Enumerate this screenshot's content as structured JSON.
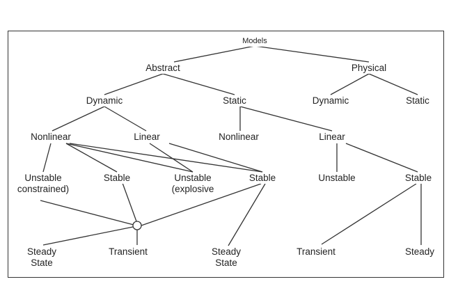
{
  "nodes": {
    "models": "Models",
    "abstract": "Abstract",
    "physical": "Physical",
    "dynamic_abstract": "Dynamic",
    "static_abstract": "Static",
    "dynamic_physical": "Dynamic",
    "static_physical": "Static",
    "nonlinear_dynamic": "Nonlinear",
    "linear_dynamic": "Linear",
    "nonlinear_static": "Nonlinear",
    "linear_static": "Linear",
    "unstable_constrained": "Unstable\nconstrained)",
    "stable_nonlinear": "Stable",
    "unstable_explosive": "Unstable\n(explosive",
    "stable_linear_dynamic": "Stable",
    "unstable_linear_static": "Unstable",
    "stable_linear_static": "Stable",
    "steady_state_left": "Steady\nState",
    "transient_left": "Transient",
    "steady_state_mid": "Steady\nState",
    "transient_right": "Transient",
    "steady_right": "Steady"
  }
}
